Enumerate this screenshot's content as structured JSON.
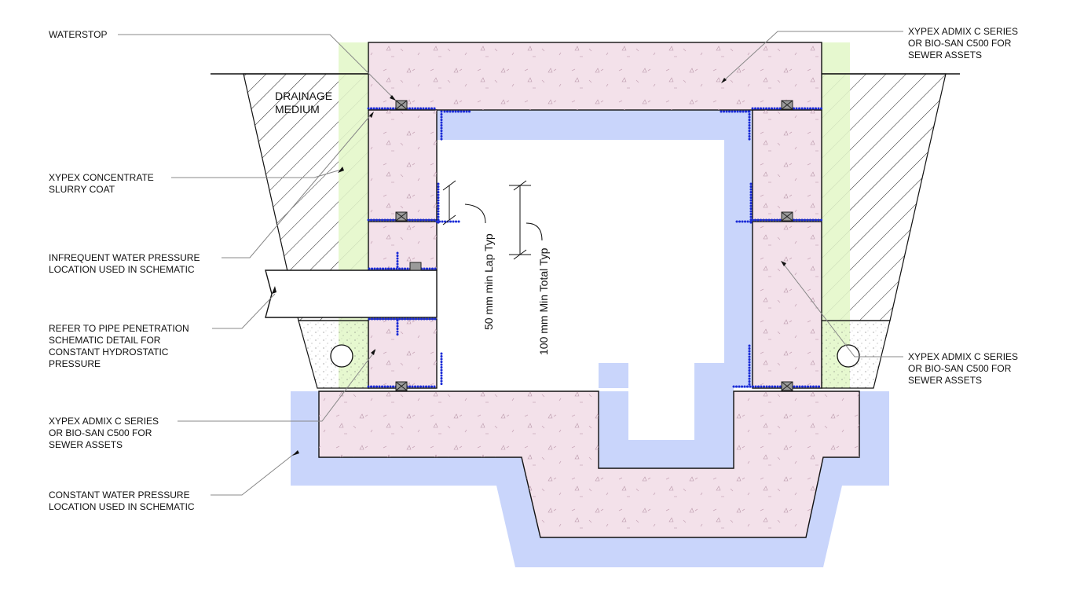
{
  "labels": {
    "waterstop": "WATERSTOP",
    "drainage_medium": [
      "DRAINAGE",
      "MEDIUM"
    ],
    "xypex_concentrate": [
      "XYPEX CONCENTRATE",
      "SLURRY COAT"
    ],
    "infrequent_pressure": [
      "INFREQUENT WATER PRESSURE",
      "LOCATION USED IN SCHEMATIC"
    ],
    "pipe_penetration": [
      "REFER TO PIPE PENETRATION",
      "SCHEMATIC DETAIL FOR",
      "CONSTANT HYDROSTATIC",
      "PRESSURE"
    ],
    "admix_left": [
      "XYPEX ADMIX C SERIES",
      "OR BIO-SAN C500 FOR",
      "SEWER ASSETS"
    ],
    "constant_pressure": [
      "CONSTANT WATER PRESSURE",
      "LOCATION USED IN SCHEMATIC"
    ],
    "admix_top_right": [
      "XYPEX ADMIX C SERIES",
      "OR BIO-SAN C500 FOR",
      "SEWER ASSETS"
    ],
    "admix_right": [
      "XYPEX ADMIX C SERIES",
      "OR BIO-SAN C500 FOR",
      "SEWER ASSETS"
    ],
    "lap_dim": "50 mm min Lap Typ",
    "total_dim": "100 mm Min Total Typ"
  },
  "colors": {
    "concrete": "#f3e1ea",
    "water_pressure": "#c9d5fb",
    "slurry_green": "#e6f8cf",
    "membrane_blue": "#1a2bd6",
    "waterstop_grey": "#9a9a9a",
    "line": "#111111"
  }
}
